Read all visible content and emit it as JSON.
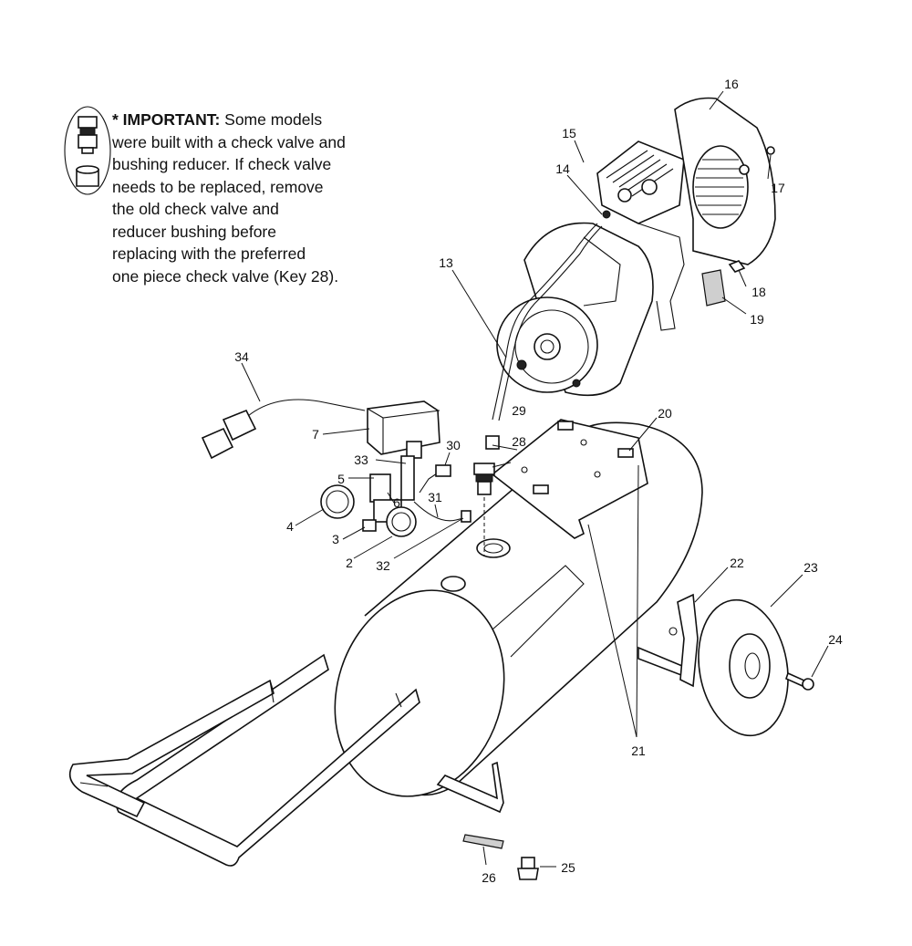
{
  "note": {
    "prefix": "* IMPORTANT:",
    "lines": [
      " Some models",
      "were built with a check valve and",
      "bushing reducer. If check valve",
      "needs to be replaced, remove",
      "the old check valve and",
      "reducer bushing before",
      "replacing with the preferred",
      "one piece check valve (Key 28)."
    ]
  },
  "callouts": {
    "c2": "2",
    "c3": "3",
    "c4": "4",
    "c5": "5",
    "c6": "6",
    "c7": "7",
    "c13": "13",
    "c14": "14",
    "c15": "15",
    "c16": "16",
    "c17": "17",
    "c18": "18",
    "c19": "19",
    "c20": "20",
    "c21": "21",
    "c22": "22",
    "c23": "23",
    "c24": "24",
    "c25": "25",
    "c26": "26",
    "c28": "28",
    "c29": "29",
    "c30": "30",
    "c31": "31",
    "c32": "32",
    "c33": "33",
    "c34": "34"
  }
}
